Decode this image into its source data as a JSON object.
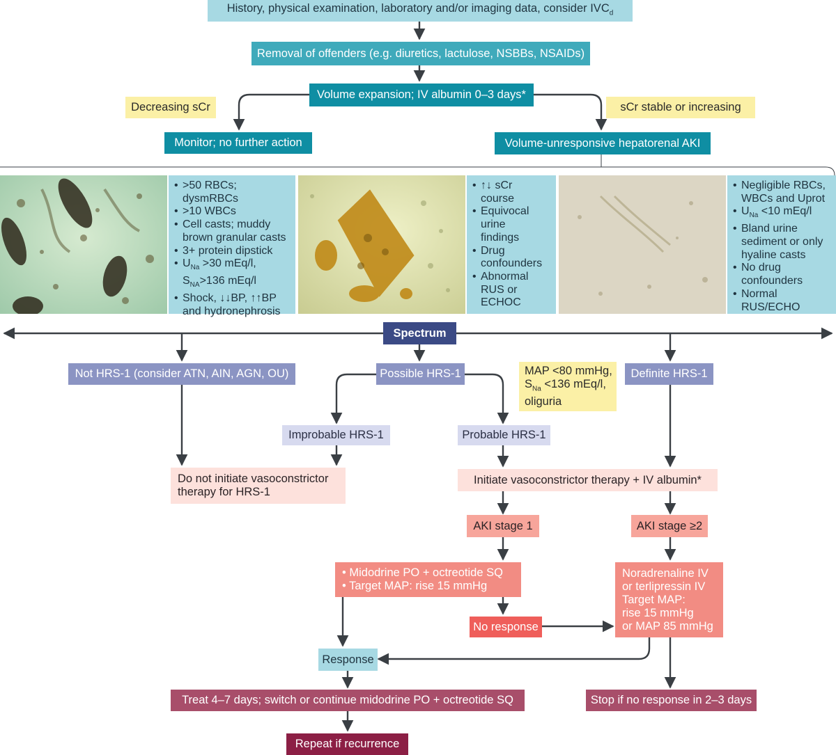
{
  "steps": {
    "history_main": "History, physical examination, laboratory and/or imaging data, consider IVC",
    "history_sub": "d",
    "removal": "Removal of offenders (e.g. diuretics, lactulose, NSBBs, NSAIDs)",
    "volume": "Volume expansion; IV albumin 0–3 days*",
    "decreasing": "Decreasing sCr",
    "stable": "sCr stable or increasing",
    "monitor": "Monitor; no further action",
    "unresponsive": "Volume-unresponsive hepatorenal AKI"
  },
  "panels": [
    {
      "items": [
        {
          "lines": [
            ">50 RBCs;",
            "dysmRBCs"
          ]
        },
        {
          "lines": [
            ">10 WBCs"
          ]
        },
        {
          "lines": [
            "Cell casts; muddy",
            "brown granular casts"
          ]
        },
        {
          "lines": [
            "3+ protein dipstick"
          ]
        },
        {
          "lines": [
            "U|Na| >30 mEq/l,",
            "S|NA|>136 mEq/l"
          ]
        },
        {
          "lines": [
            "Shock, ↓↓BP, ↑↑BP",
            "and hydronephrosis"
          ]
        }
      ]
    },
    {
      "items": [
        {
          "lines": [
            "↑↓ sCr",
            "course"
          ]
        },
        {
          "lines": [
            "Equivocal",
            "urine",
            "findings"
          ]
        },
        {
          "lines": [
            "Drug",
            "confounders"
          ]
        },
        {
          "lines": [
            "Abnormal",
            "RUS or",
            "ECHOC"
          ]
        }
      ]
    },
    {
      "items": [
        {
          "lines": [
            "Negligible RBCs,",
            "WBCs and Uprot"
          ]
        },
        {
          "lines": [
            "U|Na| <10 mEq/l"
          ]
        },
        {
          "lines": [
            "Bland urine",
            "sediment or only",
            "hyaline casts"
          ]
        },
        {
          "lines": [
            "No drug",
            "confounders"
          ]
        },
        {
          "lines": [
            "Normal",
            "RUS/ECHO"
          ]
        }
      ]
    }
  ],
  "spectrum": "Spectrum",
  "classes": {
    "not_hrs": "Not HRS-1 (consider ATN, AIN, AGN, OU)",
    "possible": "Possible HRS-1",
    "definite": "Definite HRS-1",
    "criteria": [
      "MAP <80 mmHg,",
      "S|Na| <136 mEq/l,",
      "oliguria"
    ],
    "improbable": "Improbable HRS-1",
    "probable": "Probable HRS-1"
  },
  "therapy": {
    "do_not": [
      "Do not initiate vasoconstrictor",
      "therapy for HRS-1"
    ],
    "initiate": "Initiate vasoconstrictor therapy + IV albumin*",
    "aki1": "AKI stage 1",
    "aki2": "AKI stage ≥2",
    "midodrine": [
      "• Midodrine PO + octreotide SQ",
      "• Target MAP: rise 15 mmHg"
    ],
    "noradrenaline": [
      "Noradrenaline IV",
      "or terlipressin IV",
      "Target MAP:",
      "rise 15 mmHg",
      "or MAP 85 mmHg"
    ],
    "no_response": "No response",
    "response": "Response",
    "treat": "Treat 4–7 days; switch or continue midodrine PO + octreotide SQ",
    "stop": "Stop if no response in 2–3 days",
    "repeat": "Repeat if recurrence"
  },
  "colors": {
    "arrow": "#3a3f44",
    "light_blue": "#a7d9e3",
    "teal": "#0f8ea3",
    "yellow_note": "#fbf0a6",
    "navy": "#3b4a85",
    "lavender": "#8b94c3",
    "pink_light": "#fde1dc",
    "salmon": "#f7a59b",
    "red": "#ef5e5a",
    "maroon": "#8c1f45"
  }
}
